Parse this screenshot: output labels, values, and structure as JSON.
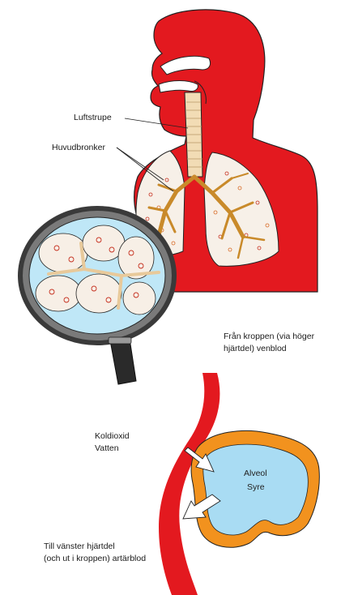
{
  "labels": {
    "luftstrupe": "Luftstrupe",
    "huvudbronker": "Huvudbronker",
    "from_body_line1": "Från kroppen (via höger",
    "from_body_line2": "hjärtdel) venblod",
    "co2": "Koldioxid",
    "water": "Vatten",
    "alveol": "Alveol",
    "syre": "Syre",
    "to_heart_line1": "Till vänster hjärtdel",
    "to_heart_line2": "(och ut i kroppen) artärblod"
  },
  "colors": {
    "body_red": "#e3191f",
    "trachea_tan": "#f2dcb5",
    "bronchi_orange": "#c98a2a",
    "lung_fill": "#f7f0e8",
    "alveolus_blue": "#a9dcf3",
    "alveolus_wall": "#f2921e",
    "magnifier_rim": "#5a5a5a",
    "arrow_white": "#ffffff"
  },
  "icons": {
    "magnifier": "magnifying-glass-icon",
    "arrow_in": "arrow-in-icon",
    "arrow_out": "arrow-out-icon"
  }
}
